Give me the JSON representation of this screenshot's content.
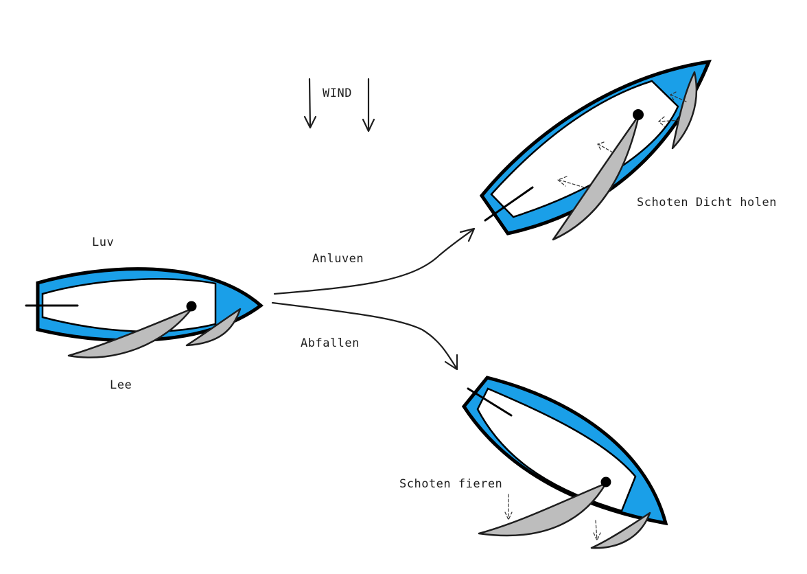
{
  "labels": {
    "wind": "WIND",
    "luv": "Luv",
    "lee": "Lee",
    "anluven": "Anluven",
    "abfallen": "Abfallen",
    "schoten_dicht": "Schoten Dicht holen",
    "schoten_fieren": "Schoten fieren"
  },
  "colors": {
    "hull": "#1a9fe8",
    "outline": "#000000",
    "sail": "#bdbdbd",
    "deck": "#ffffff"
  }
}
